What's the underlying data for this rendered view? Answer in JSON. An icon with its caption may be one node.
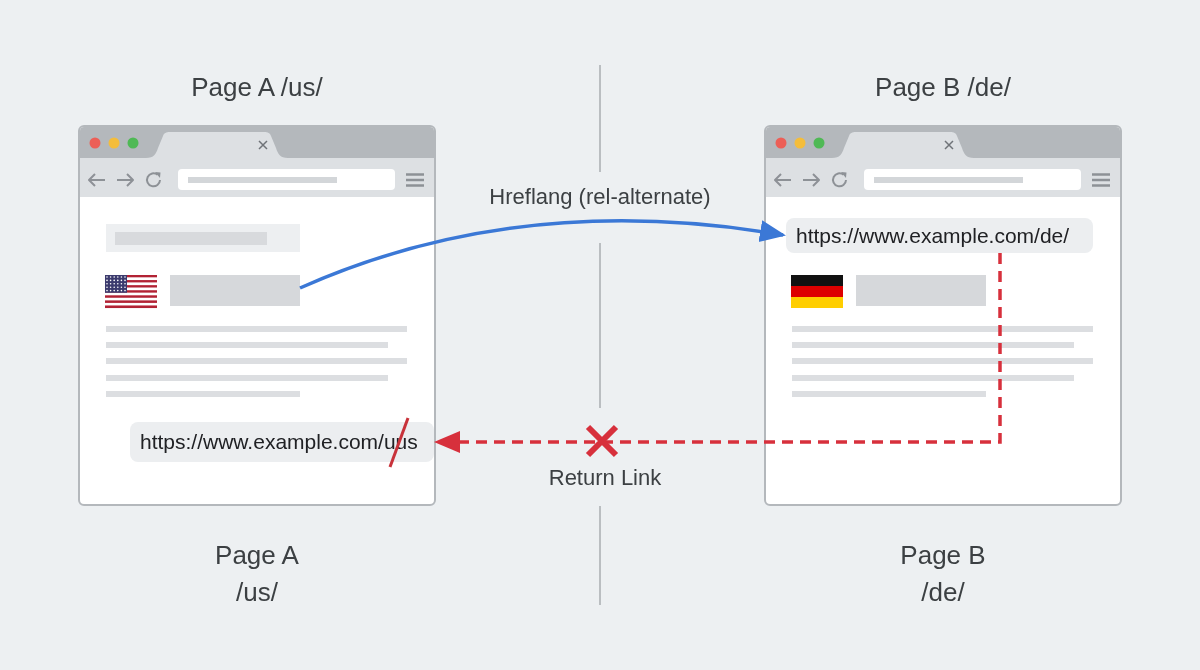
{
  "diagram": {
    "nodes": [
      {
        "text": [
          "Page A /us/"
        ],
        "beside": [
          "Page A /us/"
        ]
      },
      {
        "text": [],
        "shape": "bar",
        "in": 0
      },
      {
        "text": [
          "https://www.example.com/uus"
        ],
        "in": 0
      },
      {
        "text": [
          "Page B /de/"
        ],
        "beside": [
          "Page B /de/"
        ]
      },
      {
        "text": [
          "https://www.example.com/de/"
        ],
        "in": 3
      },
      {
        "text": [],
        "shape": "bar",
        "in": 3
      }
    ],
    "edges": [
      {
        "from": 1,
        "to": 4,
        "arrow": "to",
        "label": "Hreflang (rel-alternate)",
        "color": "#3b78d6"
      },
      {
        "from": 4,
        "to": 2,
        "arrow": "to",
        "label": "Return Link",
        "style": "dashed",
        "color": "#d7303c"
      }
    ]
  }
}
